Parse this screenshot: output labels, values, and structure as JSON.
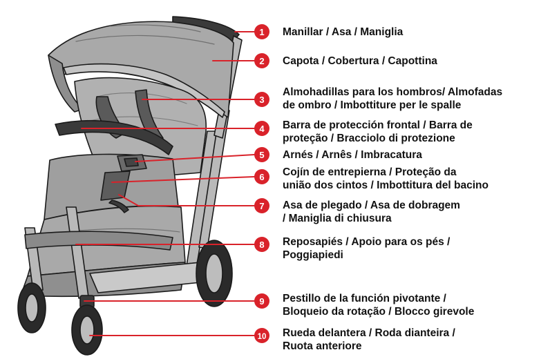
{
  "colors": {
    "marker": "#d9222a",
    "leader": "#d9222a",
    "fabric": "#a9a9a9",
    "fabric_dark": "#6f6f6f",
    "fabric_light": "#c4c4c4",
    "frame": "#b9b9b9",
    "outline": "#1a1a1a",
    "tire": "#2a2a2a"
  },
  "callouts": [
    {
      "number": "1",
      "lines": [
        "Manillar / Asa / Maniglia"
      ]
    },
    {
      "number": "2",
      "lines": [
        "Capota / Cobertura / Capottina"
      ]
    },
    {
      "number": "3",
      "lines": [
        "Almohadillas para los hombros/ Almofadas",
        "de ombro / Imbottiture per le spalle"
      ]
    },
    {
      "number": "4",
      "lines": [
        "Barra de protección frontal / Barra de",
        "proteção / Bracciolo di protezione"
      ]
    },
    {
      "number": "5",
      "lines": [
        "Arnés / Arnês / Imbracatura"
      ]
    },
    {
      "number": "6",
      "lines": [
        "Cojín de entrepierna / Proteção da",
        "união dos cintos / Imbottitura del bacino"
      ]
    },
    {
      "number": "7",
      "lines": [
        "Asa de plegado / Asa de dobragem",
        "/ Maniglia di chiusura"
      ]
    },
    {
      "number": "8",
      "lines": [
        "Reposapiés / Apoio para os pés /",
        "Poggiapiedi"
      ]
    },
    {
      "number": "9",
      "lines": [
        "Pestillo de la función pivotante /",
        "Bloqueio da rotação / Blocco girevole"
      ]
    },
    {
      "number": "10",
      "lines": [
        "Rueda delantera / Roda dianteira /",
        "Ruota anteriore"
      ]
    }
  ]
}
